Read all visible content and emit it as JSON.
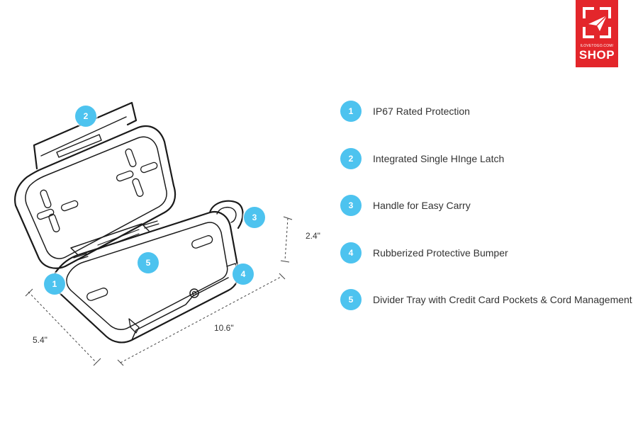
{
  "logo": {
    "small_text": "ILOVETOGO.COM/",
    "shop_text": "SHOP",
    "brand_color": "#e3262b"
  },
  "accent_color": "#4dc3ef",
  "diagram": {
    "callouts": [
      "2",
      "3",
      "5",
      "4",
      "1"
    ],
    "dimensions": {
      "height": "2.4\"",
      "width": "5.4\"",
      "length": "10.6\""
    }
  },
  "legend": [
    {
      "number": "1",
      "label": "IP67 Rated Protection"
    },
    {
      "number": "2",
      "label": "Integrated Single HInge Latch"
    },
    {
      "number": "3",
      "label": "Handle for Easy Carry"
    },
    {
      "number": "4",
      "label": "Rubberized Protective Bumper"
    },
    {
      "number": "5",
      "label": "Divider Tray with Credit Card Pockets & Cord Management"
    }
  ]
}
